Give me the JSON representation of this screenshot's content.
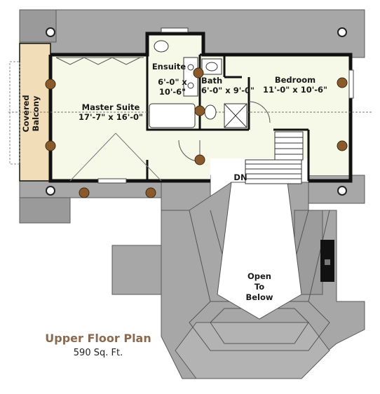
{
  "plan": {
    "title": "Upper Floor Plan",
    "area": "590 Sq. Ft."
  },
  "rooms": {
    "master_suite": {
      "name": "Master Suite",
      "dims": "17'-7\" x 16'-0\""
    },
    "ensuite": {
      "name": "Ensuite",
      "dims_line1": "6'-0\" x",
      "dims_line2": "10'-6\""
    },
    "bath": {
      "name": "Bath",
      "dims": "6'-0\" x 9'-0\""
    },
    "bedroom": {
      "name": "Bedroom",
      "dims": "11'-0\" x 10'-6\""
    },
    "balcony": {
      "name": "Covered Balcony"
    },
    "open_to_below": {
      "line1": "Open",
      "line2": "To",
      "line3": "Below"
    },
    "stair": {
      "label": "DN"
    }
  },
  "colors": {
    "roof": "#a7a7a7",
    "roof_dark": "#8e8e8e",
    "wall": "#111111",
    "floor": "#f6f8e8",
    "balcony": "#f2ddb9",
    "post": "#8a5a2b",
    "title": "#8a6a50"
  }
}
